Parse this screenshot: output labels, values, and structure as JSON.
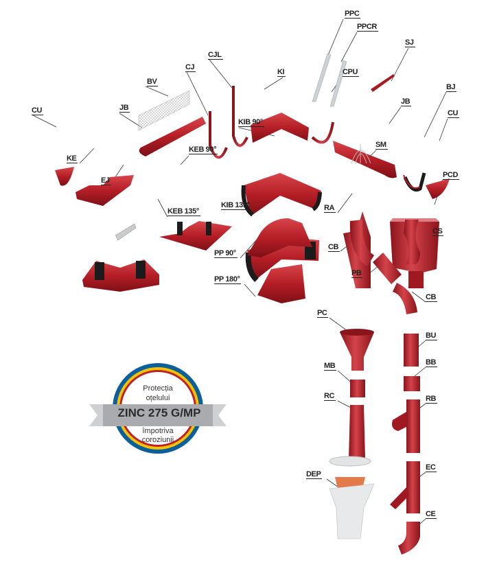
{
  "labels": [
    "PPC",
    "PPCR",
    "SJ",
    "CJL",
    "CJ",
    "BV",
    "KI",
    "CPU",
    "JB",
    "JB",
    "BJ",
    "CU",
    "CU",
    "KIB 90°",
    "KE",
    "SM",
    "KEB 90°",
    "EJ",
    "PCD",
    "RA",
    "KIB 135°",
    "KEB 135°",
    "CB",
    "CS",
    "PP 90°",
    "PB",
    "PP 180°",
    "CB",
    "PC",
    "BU",
    "MB",
    "BB",
    "RC",
    "RB",
    "DEP",
    "EC",
    "CE"
  ],
  "badge": {
    "line1": "Protecția",
    "line2": "oțelului",
    "main": "ZINC 275 G/MP",
    "line3": "împotriva",
    "line4": "coroziunii",
    "colors": {
      "outer": "#0a5f9c",
      "yellow": "#f3c300",
      "red": "#c0202a",
      "ribbon": "#a9abae"
    }
  },
  "colors": {
    "part": "#b51e26",
    "part_dark": "#7d1016",
    "gasket": "#1b1b1b"
  }
}
